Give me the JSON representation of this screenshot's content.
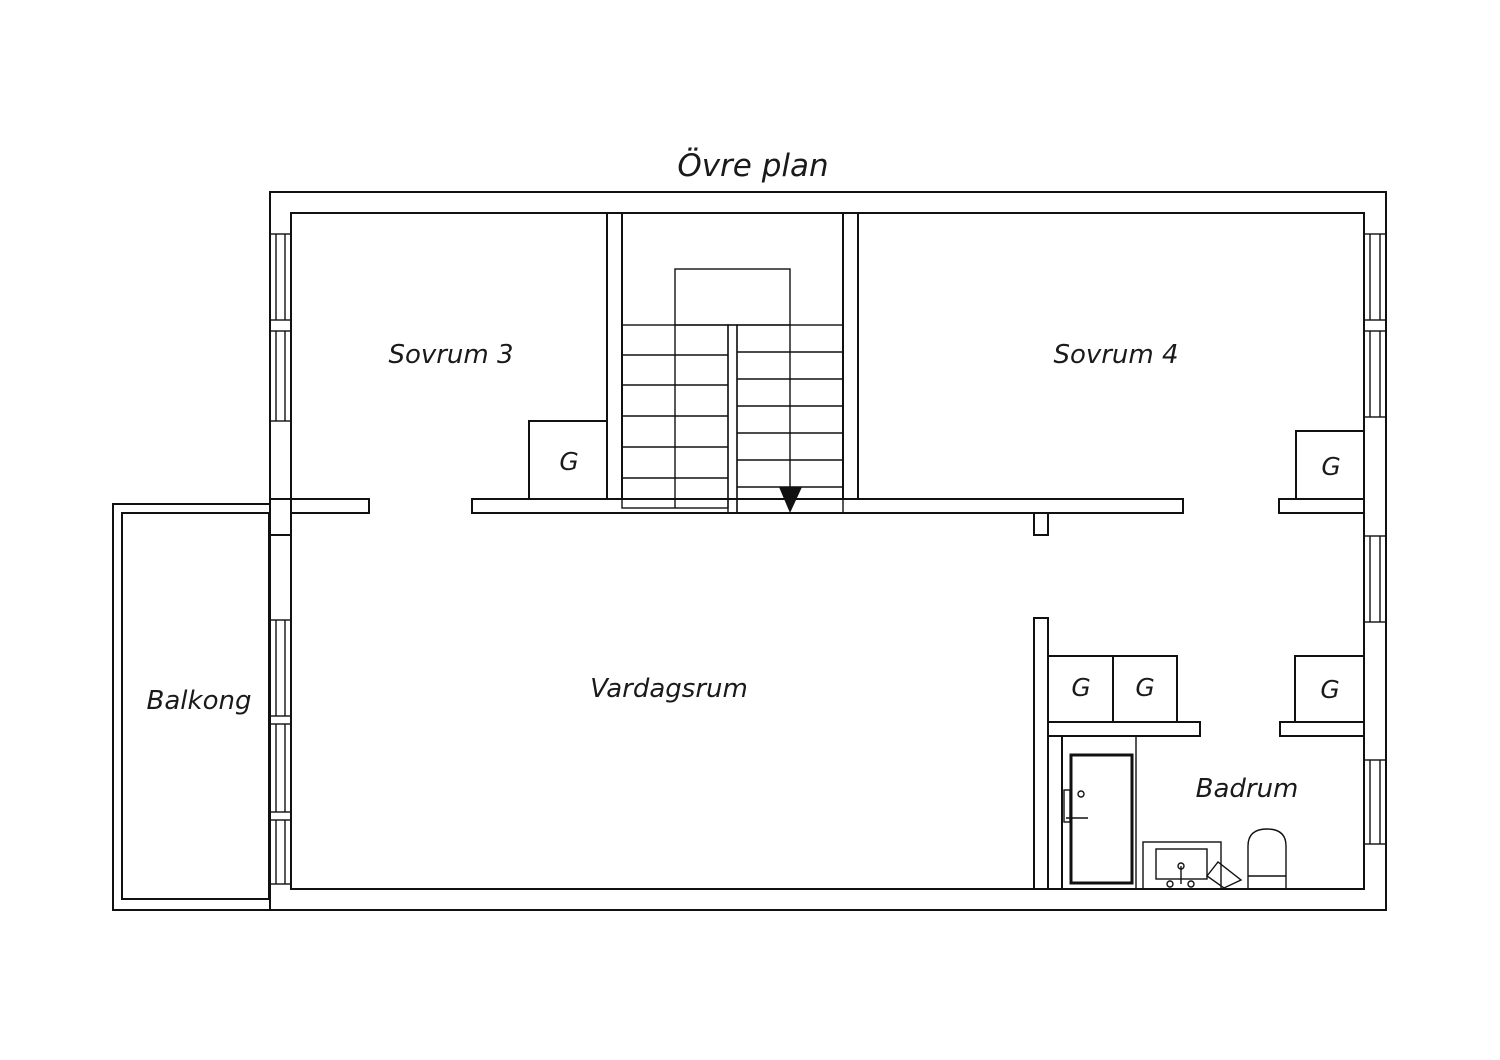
{
  "title": "Övre plan",
  "rooms": {
    "sovrum3": "Sovrum 3",
    "sovrum4": "Sovrum 4",
    "vardagsrum": "Vardagsrum",
    "balkong": "Balkong",
    "badrum": "Badrum"
  },
  "closet_label": "G",
  "colors": {
    "line": "#111111",
    "background": "#ffffff"
  }
}
